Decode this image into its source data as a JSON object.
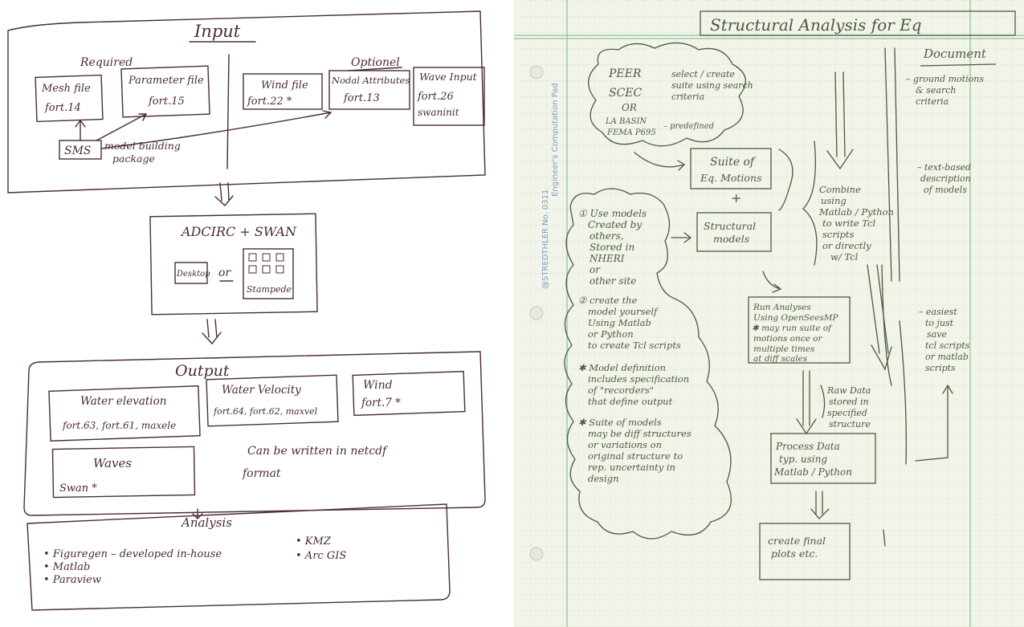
{
  "left": {
    "input": {
      "title": "Input",
      "required_label": "Required",
      "optional_label": "Optionel",
      "mesh": {
        "name": "Mesh file",
        "file": "fort.14"
      },
      "parameter": {
        "name": "Parameter file",
        "file": "fort.15"
      },
      "wind": {
        "name": "Wind file",
        "file": "fort.22 *"
      },
      "nodal": {
        "name": "Nodal Attributes",
        "file": "fort.13"
      },
      "wave": {
        "name": "Wave Input",
        "file": "fort.26",
        "file2": "swaninit"
      },
      "sms": "SMS",
      "sms_note_1": "model building",
      "sms_note_2": "package"
    },
    "model": {
      "title": "ADCIRC + SWAN",
      "desktop": "Desktop",
      "or": "or",
      "stampede": "Stampede"
    },
    "output": {
      "title": "Output",
      "water_elev": {
        "name": "Water elevation",
        "files": "fort.63, fort.61, maxele"
      },
      "water_vel": {
        "name": "Water Velocity",
        "files": "fort.64, fort.62, maxvel"
      },
      "wind": {
        "name": "Wind",
        "file": "fort.7 *"
      },
      "waves": {
        "name": "Waves",
        "file": "Swan *"
      },
      "note_1": "Can be written in netcdf",
      "note_2": "format"
    },
    "analysis": {
      "title": "Analysis",
      "items": [
        "• Figuregen – developed in-house",
        "• Matlab",
        "• Paraview"
      ],
      "items2": [
        "• KMZ",
        "• Arc GIS"
      ]
    }
  },
  "right": {
    "title": "Structural Analysis for Eq",
    "document_label": "Document",
    "stamp_1": "@STREDTHLER  No. 0311",
    "stamp_2": "Engineer's Computation Pad",
    "peer": "PEER",
    "scec": "SCEC",
    "or1": "OR",
    "la_basin": "LA BASIN",
    "fema": "FEMA P695",
    "select_1": "select / create",
    "select_2": "suite using search",
    "select_3": "criteria",
    "predefined": "– predefined",
    "suite_1": "Suite of",
    "suite_2": "Eq. Motions",
    "plus": "+",
    "struct_1": "Structural",
    "struct_2": "models",
    "combine": [
      "Combine",
      "using",
      "Matlab / Python",
      "to write Tcl",
      "scripts",
      "or directly",
      "w/ Tcl"
    ],
    "ground": [
      "– ground motions",
      "& search",
      "criteria"
    ],
    "text_based": [
      "– text-based",
      "description",
      "of models"
    ],
    "easiest": [
      "– easiest",
      "to just",
      "save",
      "tcl scripts",
      "or matlab",
      "scripts"
    ],
    "use_models": [
      "① Use models",
      "Created by",
      "others,",
      "Stored in",
      "NHERI",
      "or",
      "other site"
    ],
    "create_model": [
      "② create the",
      "model yourself",
      "Using Matlab",
      "or Python",
      "to create Tcl scripts"
    ],
    "model_def": [
      "✱ Model definition",
      "includes specification",
      "of \"recorders\"",
      "that define output"
    ],
    "suite_models": [
      "✱ Suite of models",
      "may be diff structures",
      "or variations on",
      "original structure to",
      "rep. uncertainty in",
      "design"
    ],
    "run": [
      "Run Analyses",
      "Using OpenSeesMP",
      "✱ may run suite of",
      "motions once or",
      "multiple times",
      "at diff scales"
    ],
    "raw": [
      "Raw Data",
      "stored in",
      "specified",
      "structure"
    ],
    "process": [
      "Process Data",
      "typ. using",
      "Matlab / Python"
    ],
    "final": [
      "create final",
      "plots etc."
    ]
  }
}
